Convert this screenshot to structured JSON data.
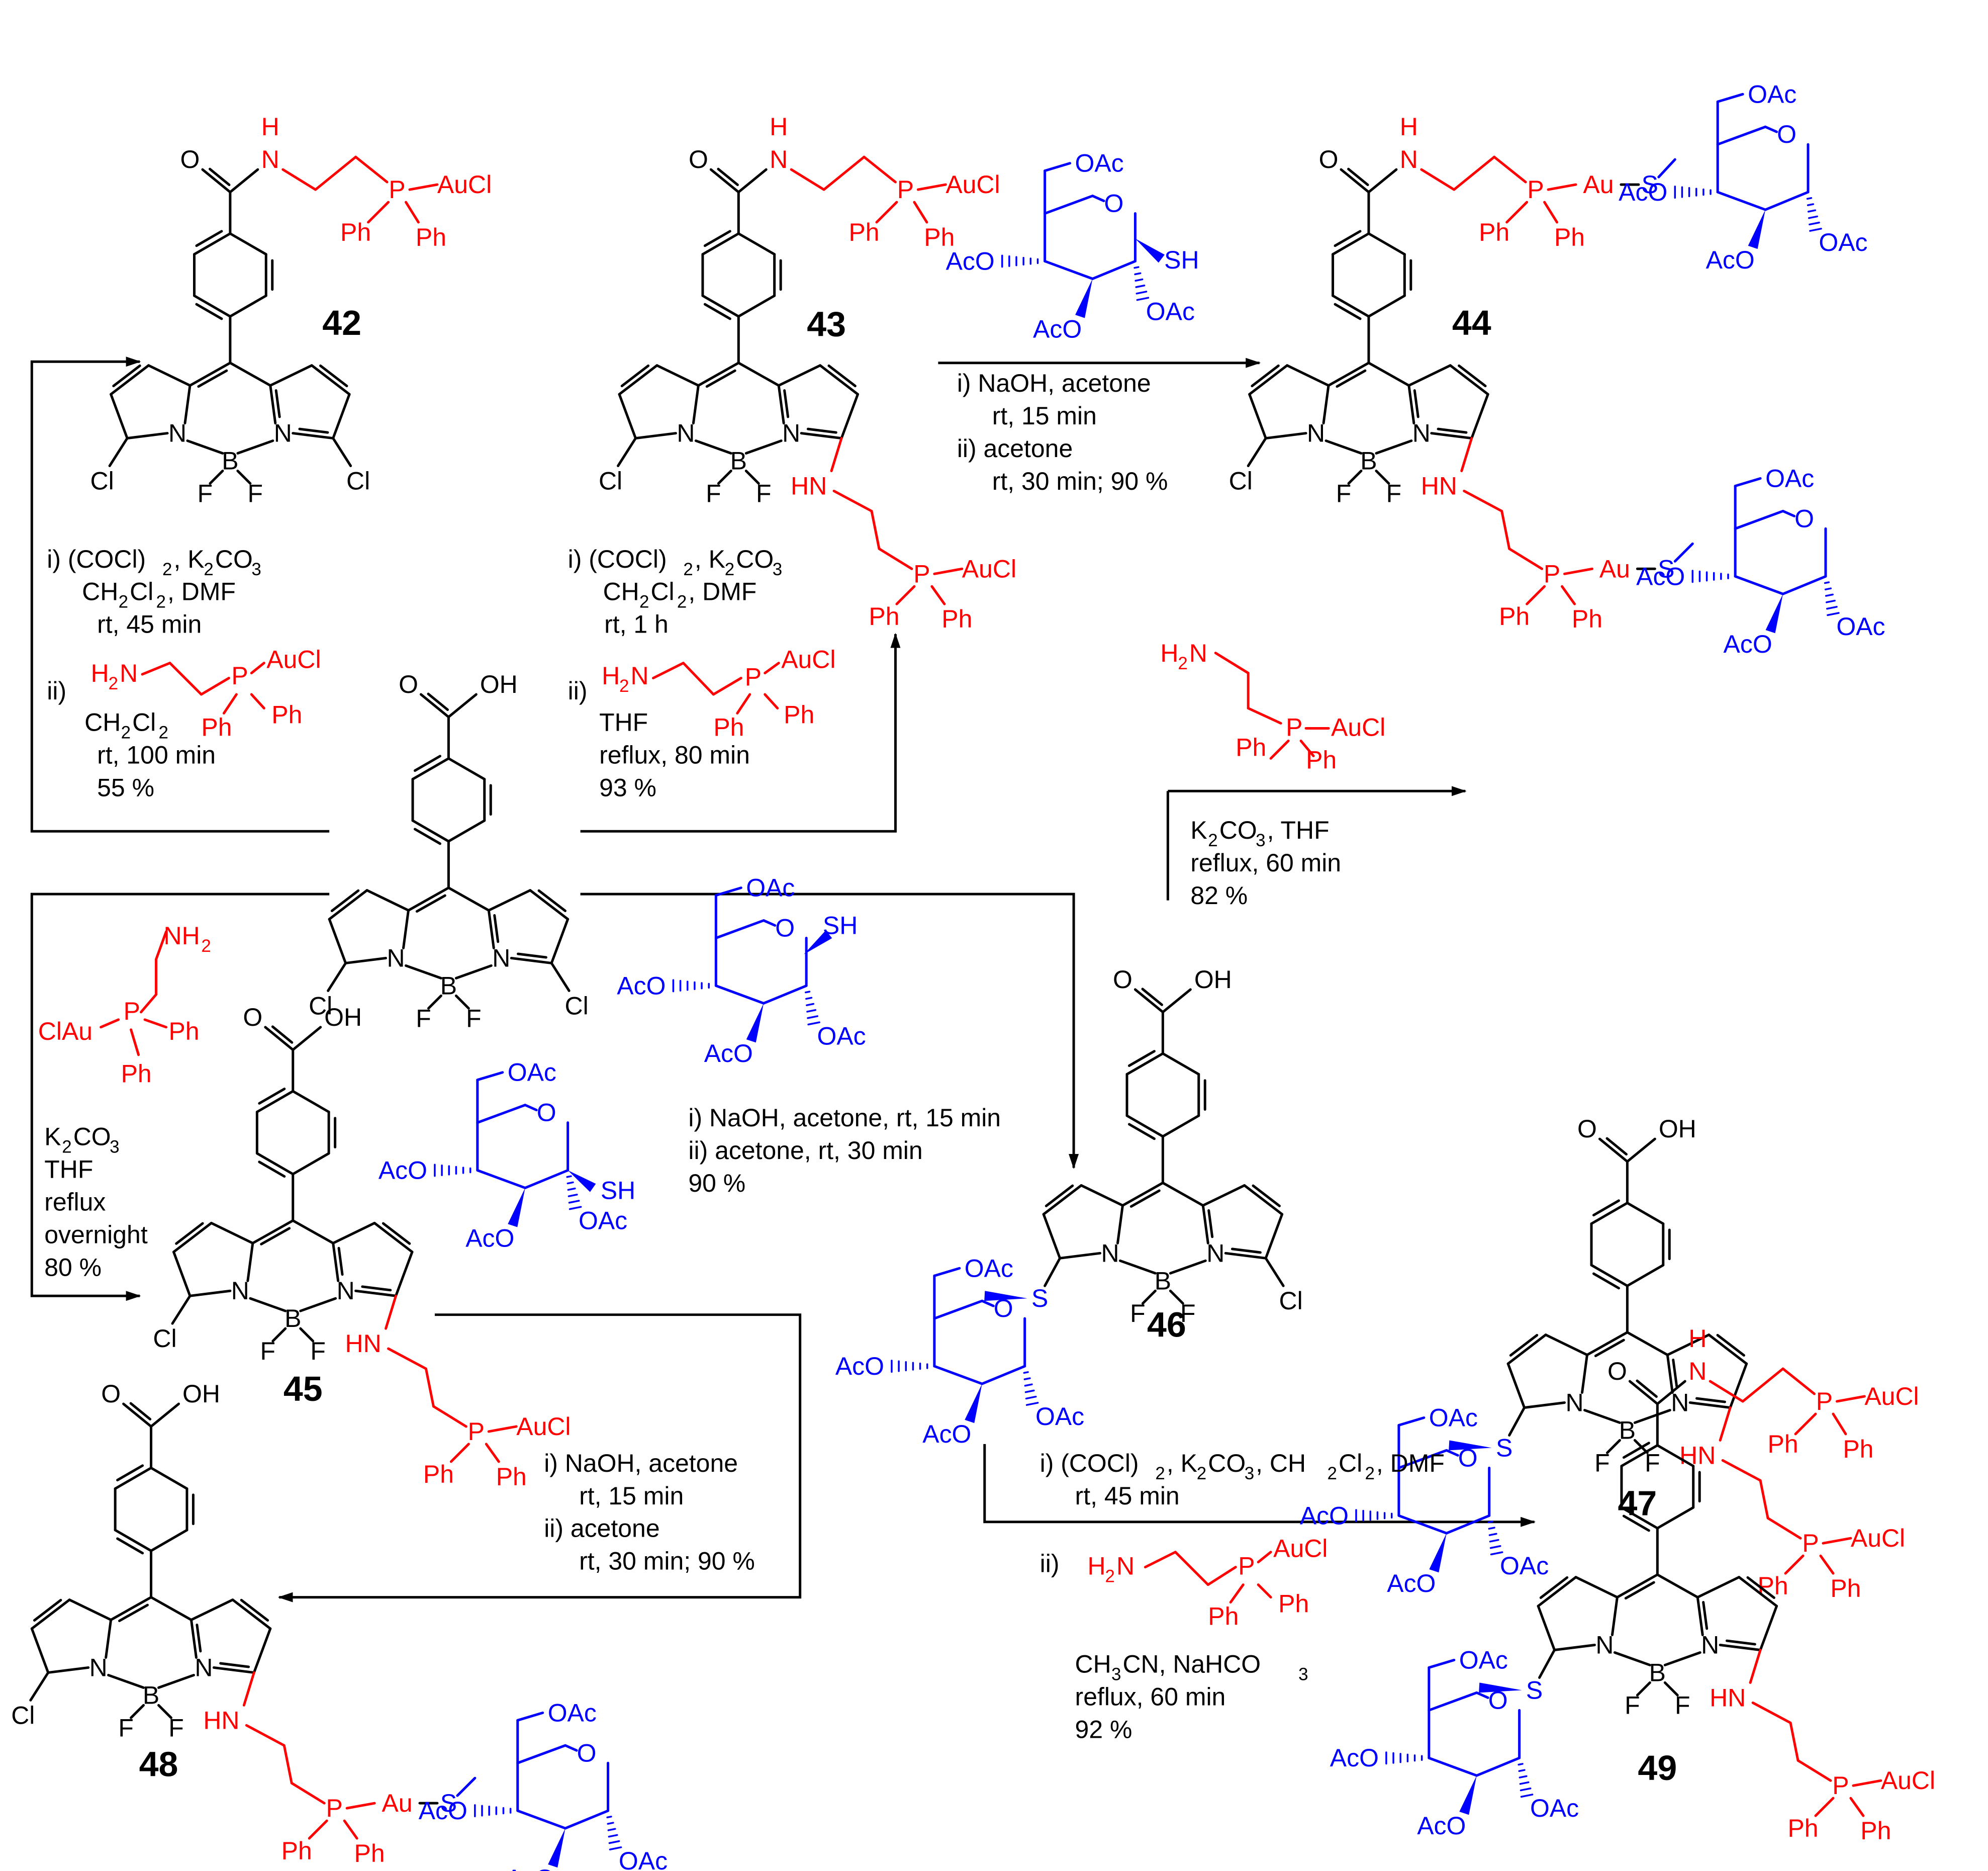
{
  "colors": {
    "black": "#000000",
    "red": "#ff0000",
    "blue": "#0000ff"
  },
  "compounds": [
    {
      "id": "c42",
      "label": "42",
      "core": "benzamide",
      "left": "Cl",
      "right": "Cl",
      "left_sugar": false,
      "sugar_end": null,
      "amide_end": "au"
    },
    {
      "id": "c43",
      "label": "43",
      "core": "benzamide",
      "left": "Cl",
      "right": "NH",
      "left_sugar": false,
      "sugar_end": null,
      "amide_end": "au"
    },
    {
      "id": "c44",
      "label": "44",
      "core": "benzamide",
      "left": "Cl",
      "right": "NH",
      "left_sugar": false,
      "sugar_end": "augsug",
      "amide_end": "augsug"
    },
    {
      "id": "c-start",
      "label": "",
      "core": "acid",
      "left": "Cl",
      "right": "Cl",
      "left_sugar": false,
      "sugar_end": null,
      "amide_end": null
    },
    {
      "id": "c45",
      "label": "45",
      "core": "acid",
      "left": "Cl",
      "right": "NH",
      "left_sugar": false,
      "sugar_end": "au",
      "amide_end": null
    },
    {
      "id": "c46",
      "label": "46",
      "core": "acid",
      "left": "S",
      "right": "Cl",
      "left_sugar": true,
      "sugar_end": null,
      "amide_end": null
    },
    {
      "id": "c47",
      "label": "47",
      "core": "acid",
      "left": "S",
      "right": "NH",
      "left_sugar": true,
      "sugar_end": "au",
      "amide_end": null
    },
    {
      "id": "c48",
      "label": "48",
      "core": "acid",
      "left": "Cl",
      "right": "NH",
      "left_sugar": false,
      "sugar_end": "augsug",
      "amide_end": null
    },
    {
      "id": "c49",
      "label": "49",
      "core": "benzamide",
      "left": "S",
      "right": "NH",
      "left_sugar": true,
      "sugar_end": "au",
      "amide_end": "au"
    }
  ],
  "atoms": {
    "O": "O",
    "OH": "OH",
    "H": "H",
    "N": "N",
    "NH": "HN",
    "B": "B",
    "F": "F",
    "Cl": "Cl",
    "P": "P",
    "Ph": "Ph",
    "AuCl": "AuCl",
    "Au": "Au",
    "S": "S",
    "SH": "SH",
    "OAc": "OAc",
    "AcO": "AcO",
    "NH2": "NH",
    "NH2_sub": "2",
    "H2N_H": "H",
    "H2N_sub": "2",
    "H2N_N": "N",
    "ClAu": "ClAu"
  },
  "reagents": {
    "r42": {
      "lines": [
        "i) (COCl)",
        "CH",
        "rt, 45 min"
      ],
      "line1_tail": ", K",
      "line1_k_sub": "2",
      "line1_co": "CO",
      "line1_co_sub": "3",
      "line1_cocl_sub": "2",
      "line2_cl": "Cl",
      "line2_h_sub": "2",
      "line2_cl_sub": "2",
      "line2_tail": ", DMF",
      "ii": "ii)",
      "solvent": "CH",
      "solvent_cl": "Cl",
      "solvent_sub1": "2",
      "solvent_sub2": "2",
      "cond": "rt, 100 min",
      "yield": "55 %"
    },
    "r43": {
      "lines": [
        "i) (COCl)",
        "CH",
        "rt, 1 h"
      ],
      "ii": "ii)",
      "solvent": "THF",
      "cond": "reflux, 80 min",
      "yield": "93 %"
    },
    "r44": {
      "l1": "i) NaOH, acetone",
      "l2": "rt, 15 min",
      "l3": "ii) acetone",
      "l4": "rt, 30 min; 90 %"
    },
    "r45": {
      "k2co3": "K",
      "k_sub": "2",
      "co": "CO",
      "co_sub": "3",
      "thf": "THF",
      "reflux": "reflux",
      "time": "overnight",
      "yield": "80 %"
    },
    "r46": {
      "l1": "i) NaOH, acetone, rt, 15 min",
      "l2": "ii) acetone, rt, 30 min",
      "l3": "90 %"
    },
    "r47": {
      "k": "K",
      "k_sub": "2",
      "co": "CO",
      "co_sub": "3",
      "tail": ", THF",
      "l2": "reflux, 60 min",
      "l3": "82 %"
    },
    "r48": {
      "l1": "i) NaOH, acetone",
      "l2": "rt, 15 min",
      "l3": "ii) acetone",
      "l4": "rt, 30 min; 90 %"
    },
    "r49": {
      "l1a": "i) (COCl)",
      "l1b": ", K",
      "l1c": "CO",
      "l1d": ",  CH",
      "l1e": "Cl",
      "l1f": ", DMF",
      "l2": "rt, 45 min",
      "ii": "ii)",
      "l3a": "CH",
      "l3b": "CN, NaHCO",
      "l3c": "3",
      "l3_sub3": "3",
      "l4": "reflux, 60 min",
      "l5": "92 %"
    }
  }
}
